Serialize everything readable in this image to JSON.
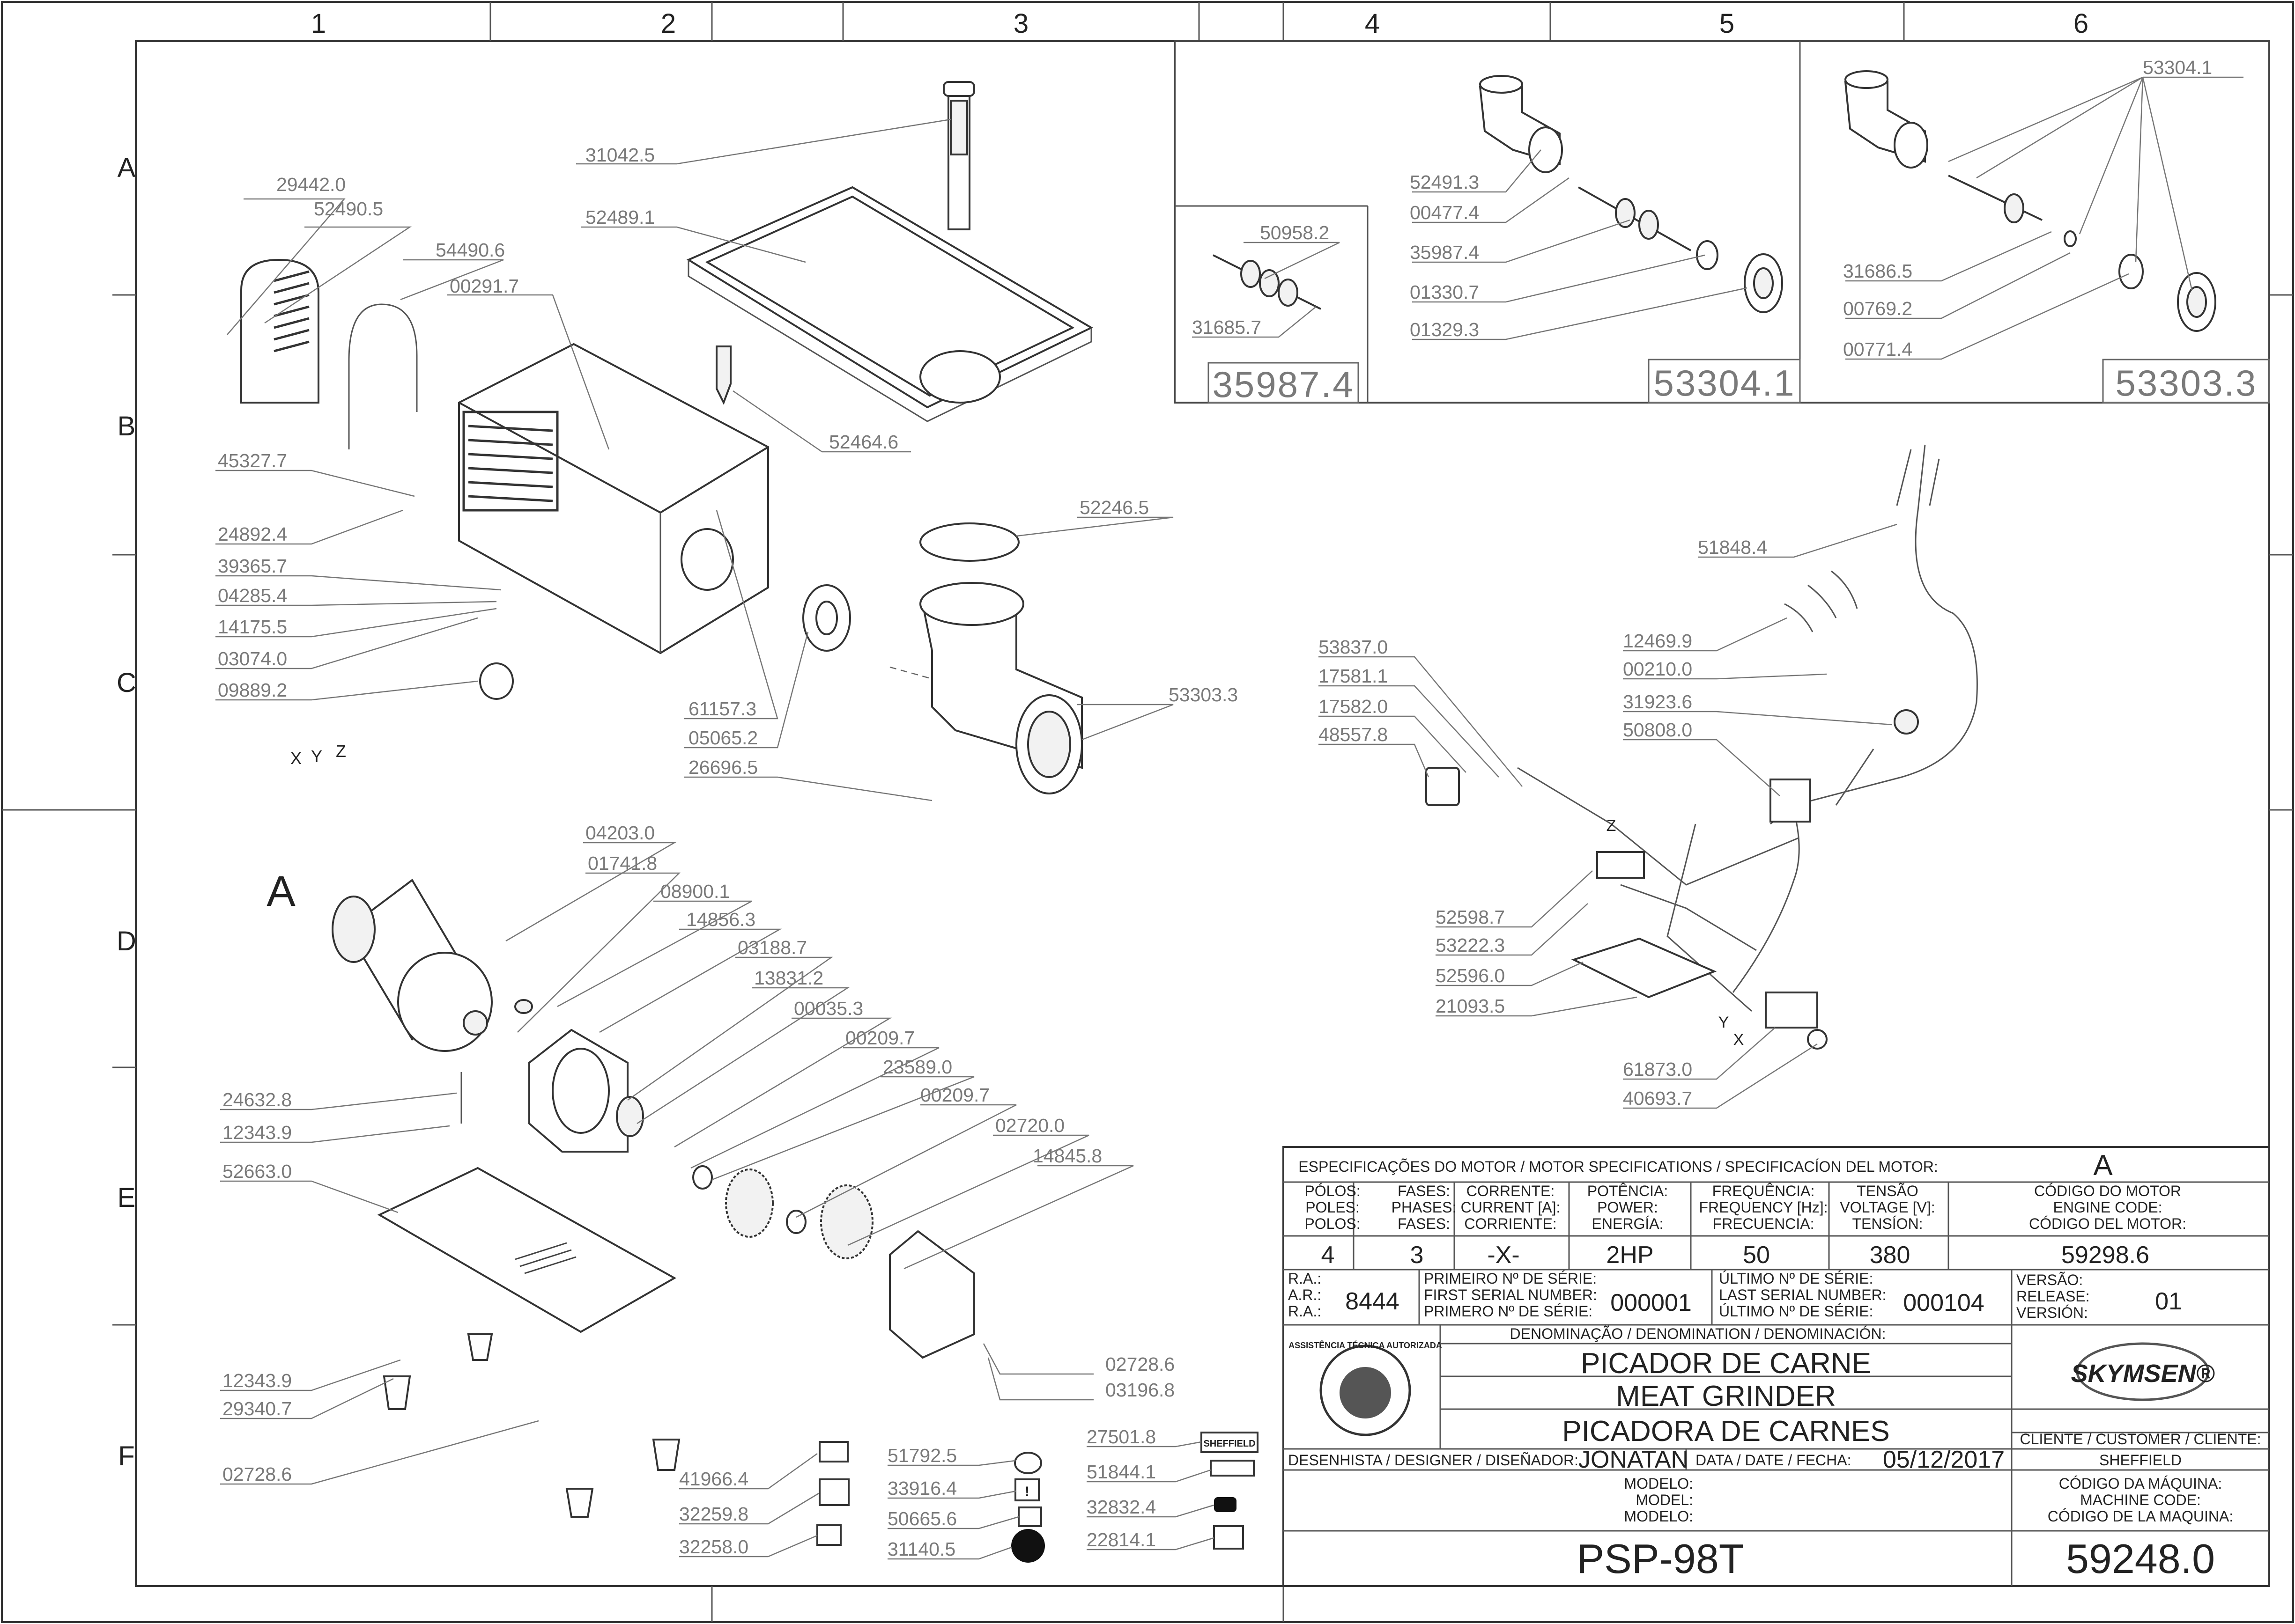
{
  "grid": {
    "columns": [
      "1",
      "2",
      "3",
      "4",
      "5",
      "6"
    ],
    "rows": [
      "A",
      "B",
      "C",
      "D",
      "E",
      "F"
    ]
  },
  "sub_assembly_codes": [
    "35987.4",
    "53304.1",
    "53303.3"
  ],
  "motor_view_letter": "A",
  "axis_letters": [
    "X",
    "Y",
    "Z"
  ],
  "wiring_letters": [
    "Z",
    "Y",
    "X"
  ],
  "part_numbers": [
    "29442.0",
    "52490.5",
    "54490.6",
    "00291.7",
    "31042.5",
    "52489.1",
    "52464.6",
    "45327.7",
    "24892.4",
    "39365.7",
    "04285.4",
    "14175.5",
    "03074.0",
    "09889.2",
    "61157.3",
    "05065.2",
    "26696.5",
    "52246.5",
    "53303.3",
    "04203.0",
    "01741.8",
    "08900.1",
    "14856.3",
    "03188.7",
    "13831.2",
    "00035.3",
    "00209.7",
    "23589.0",
    "00209.7",
    "02720.0",
    "14845.8",
    "24632.8",
    "12343.9",
    "52663.0",
    "12343.9",
    "29340.7",
    "02728.6",
    "02728.6",
    "03196.8",
    "41966.4",
    "32259.8",
    "32258.0",
    "51792.5",
    "33916.4",
    "50665.6",
    "31140.5",
    "27501.8",
    "51844.1",
    "32832.4",
    "22814.1",
    "50958.2",
    "31685.7",
    "52491.3",
    "00477.4",
    "35987.4",
    "01330.7",
    "01329.3",
    "53304.1",
    "31686.5",
    "00769.2",
    "00771.4",
    "51848.4",
    "12469.9",
    "00210.0",
    "31923.6",
    "50808.0",
    "53837.0",
    "17581.1",
    "17582.0",
    "48557.8",
    "52598.7",
    "53222.3",
    "52596.0",
    "21093.5",
    "61873.0",
    "40693.7"
  ],
  "decal_texts": {
    "sheffield": "SHEFFIELD",
    "warning": "!"
  },
  "title_block": {
    "motor_spec_header": "ESPECIFICAÇÕES DO MOTOR / MOTOR SPECIFICATIONS / SPECIFICACÍON DEL MOTOR:",
    "motor_spec_letter": "A",
    "poles_labels": [
      "PÓLOS:",
      "POLES:",
      "POLOS:"
    ],
    "phases_labels": [
      "FASES:",
      "PHASES:",
      "FASES:"
    ],
    "current_labels": [
      "CORRENTE:",
      "CURRENT [A]:",
      "CORRIENTE:"
    ],
    "power_labels": [
      "POTÊNCIA:",
      "POWER:",
      "ENERGÍA:"
    ],
    "frequency_labels": [
      "FREQUÊNCIA:",
      "FREQUENCY [Hz]:",
      "FRECUENCIA:"
    ],
    "voltage_labels": [
      "TENSÃO",
      "VOLTAGE [V]:",
      "TENSÍON:"
    ],
    "engine_code_labels": [
      "CÓDIGO DO MOTOR",
      "ENGINE CODE:",
      "CÓDIGO DEL MOTOR:"
    ],
    "poles_value": "4",
    "phases_value": "3",
    "current_value": "-X-",
    "power_value": "2HP",
    "frequency_value": "50",
    "voltage_value": "380",
    "engine_code_value": "59298.6",
    "ra_labels": [
      "R.A.:",
      "A.R.:",
      "R.A.:"
    ],
    "ra_value": "8444",
    "first_serial_labels": [
      "PRIMEIRO Nº DE SÉRIE:",
      "FIRST SERIAL NUMBER:",
      "PRIMERO Nº DE SÉRIE:"
    ],
    "first_serial_value": "000001",
    "last_serial_labels": [
      "ÚLTIMO Nº DE SÉRIE:",
      "LAST SERIAL NUMBER:",
      "ÚLTIMO Nº DE SÉRIE:"
    ],
    "last_serial_value": "000104",
    "version_labels": [
      "VERSÃO:",
      "RELEASE:",
      "VERSIÓN:"
    ],
    "version_value": "01",
    "denomination_header": "DENOMINAÇÃO / DENOMINATION / DENOMINACIÓN:",
    "name_pt": "PICADOR DE CARNE",
    "name_en": "MEAT GRINDER",
    "name_es": "PICADORA DE CARNES",
    "brand": "SKYMSEN®",
    "seal_text": "ASSISTÊNCIA TÉCNICA AUTORIZADA",
    "customer_label": "CLIENTE / CUSTOMER / CLIENTE:",
    "customer_value": "SHEFFIELD",
    "designer_label": "DESENHISTA / DESIGNER / DISEÑADOR:",
    "designer_value": "JONATAN",
    "date_label": "DATA / DATE / FECHA:",
    "date_value": "05/12/2017",
    "model_labels": [
      "MODELO:",
      "MODEL:",
      "MODELO:"
    ],
    "model_value": "PSP-98T",
    "machine_code_labels": [
      "CÓDIGO DA MÁQUINA:",
      "MACHINE CODE:",
      "CÓDIGO DE LA MAQUINA:"
    ],
    "machine_code_value": "59248.0"
  }
}
